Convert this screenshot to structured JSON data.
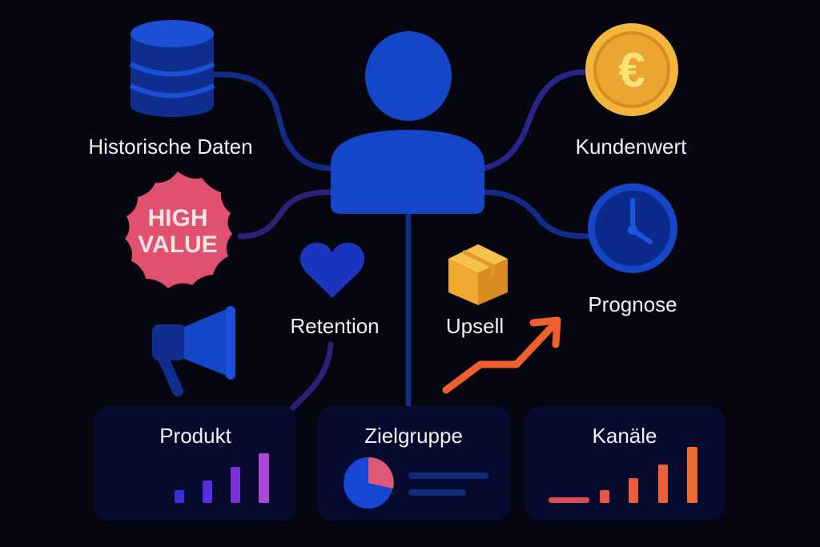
{
  "labels": {
    "historical_data": "Historische Daten",
    "customer_value": "Kundenwert",
    "forecast": "Prognose",
    "retention": "Retention",
    "upsell": "Upsell",
    "badge_line1": "HIGH",
    "badge_line2": "VALUE"
  },
  "cards": [
    {
      "title": "Produkt"
    },
    {
      "title": "Zielgruppe"
    },
    {
      "title": "Kanäle"
    }
  ],
  "colors": {
    "background": "#05060f",
    "primary_blue": "#1546c8",
    "coin": "#f3b53c",
    "badge": "#e0506f",
    "arrow": "#f0602e",
    "card": "#050a2e"
  }
}
